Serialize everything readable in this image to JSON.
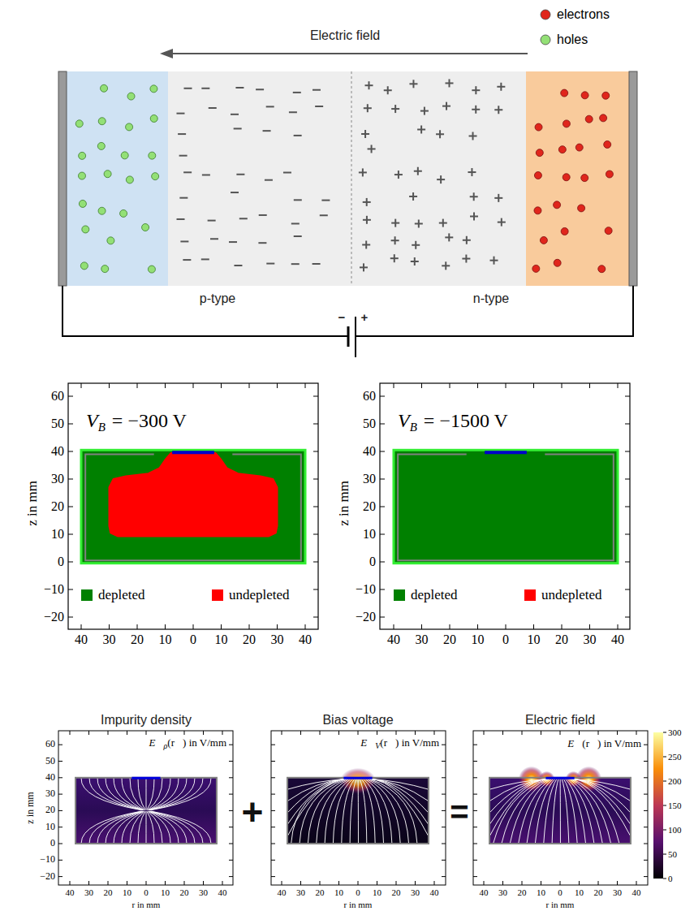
{
  "diagram": {
    "labels": [
      "Electric field",
      "p-type",
      "n-type",
      "−",
      "+",
      "V",
      "B",
      "= −300 V",
      "60",
      "50",
      "40",
      "30",
      "20",
      "10",
      "0",
      "−10",
      "−20",
      "40",
      "30",
      "20",
      "10",
      "0",
      "10",
      "20",
      "30",
      "40",
      "z in mm",
      "V",
      "B",
      "= −1500 V",
      "60",
      "50",
      "40",
      "30",
      "20",
      "10",
      "0",
      "−10",
      "−20",
      "40",
      "30",
      "20",
      "10",
      "0",
      "10",
      "20",
      "30",
      "40",
      "z in mm",
      "Impurity density",
      "Bias voltage",
      "Electric field",
      "E⃗",
      "ρ",
      "(r⃗) in V/mm",
      "E⃗",
      "V",
      "(r⃗) in V/mm",
      "E⃗",
      "(r⃗) in V/mm",
      "+",
      "=",
      "60",
      "50",
      "40",
      "30",
      "20",
      "10",
      "0",
      "−10",
      "−20",
      "z in mm",
      "40",
      "30",
      "20",
      "10",
      "0",
      "10",
      "20",
      "30",
      "40",
      "40",
      "30",
      "20",
      "10",
      "0",
      "10",
      "20",
      "30",
      "40",
      "40",
      "30",
      "20",
      "10",
      "0",
      "10",
      "20",
      "30",
      "40",
      "r in mm",
      "r in mm",
      "r in mm",
      "300",
      "250",
      "200",
      "150",
      "100",
      "50",
      "0"
    ],
    "legend": [
      {
        "text": "electrons",
        "color": "#e0261c"
      },
      {
        "text": "holes",
        "color": "#93e076"
      },
      {
        "text": "depleted",
        "color": "#008000"
      },
      {
        "text": "undepleted",
        "color": "#ff0000"
      },
      {
        "text": "depleted",
        "color": "#008000"
      },
      {
        "text": "undepleted",
        "color": "#ff0000"
      }
    ]
  }
}
